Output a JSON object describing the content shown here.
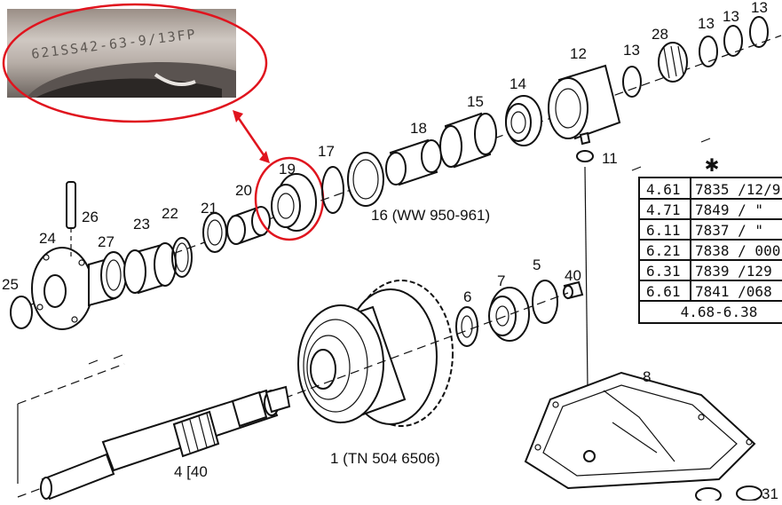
{
  "photo_inset": {
    "stamped_text": "621SS42-63-9/13FP"
  },
  "callout_arrow_color": "#e0141e",
  "part_labels": {
    "p1": "1 (TN 504 6506)",
    "p4": "4 [40",
    "p5": "5",
    "p6": "6",
    "p7": "7",
    "p8": "8",
    "p11": "11",
    "p12": "12",
    "p13a": "13",
    "p13b": "13",
    "p13c": "13",
    "p13d": "13",
    "p14": "14",
    "p15": "15",
    "p16": "16 (WW 950-961)",
    "p17": "17",
    "p18": "18",
    "p19": "19",
    "p20": "20",
    "p21": "21",
    "p22": "22",
    "p23": "23",
    "p24": "24",
    "p25": "25",
    "p26": "26",
    "p27": "27",
    "p28": "28",
    "p31": "31",
    "p40": "40"
  },
  "ratio_table": {
    "symbol": "✱",
    "rows": [
      {
        "ratio": "4.61",
        "code": "7835 /12/9"
      },
      {
        "ratio": "4.71",
        "code": "7849 /  \""
      },
      {
        "ratio": "6.11",
        "code": "7837 /  \""
      },
      {
        "ratio": "6.21",
        "code": "7838 / 000"
      },
      {
        "ratio": "6.31",
        "code": "7839 /129"
      },
      {
        "ratio": "6.61",
        "code": "7841 /068"
      }
    ],
    "footer": "4.68-6.38"
  }
}
